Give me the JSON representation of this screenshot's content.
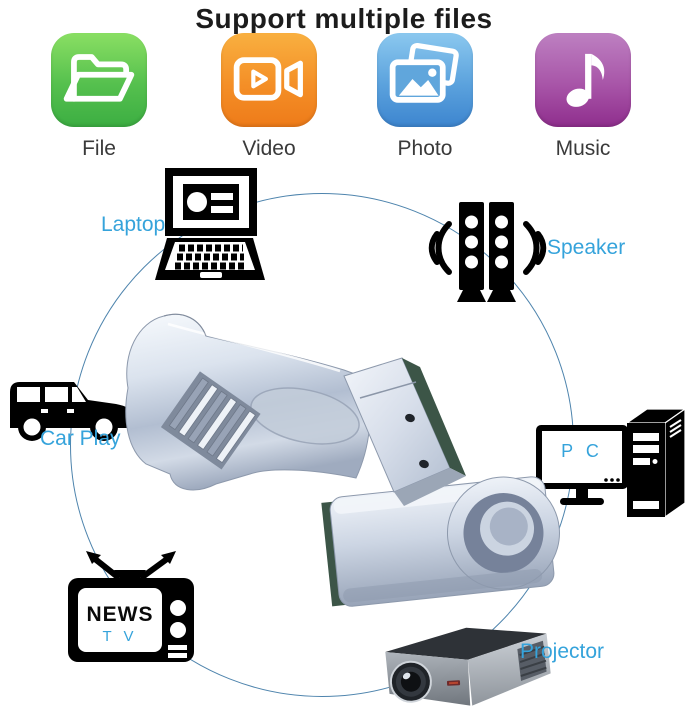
{
  "title": "Support multiple files",
  "colors": {
    "accent_blue": "#35a3db",
    "circle_blue": "#4e84ad",
    "icon_black": "#000000",
    "chrome_silver": "#ccd5e2"
  },
  "file_types": [
    {
      "label": "File",
      "icon": "folder-icon",
      "style": "background:linear-gradient(180deg,#8adf63 0%,#55c04e 55%,#3cae42 100%)"
    },
    {
      "label": "Video",
      "icon": "video-camera-icon",
      "style": "background:linear-gradient(180deg,#f9b040 0%,#f48f27 55%,#ee7b19 100%)"
    },
    {
      "label": "Photo",
      "icon": "photos-icon",
      "style": "background:linear-gradient(180deg,#8bc8ef 0%,#5ba2dd 55%,#3d85cf 100%)"
    },
    {
      "label": "Music",
      "icon": "music-note-icon",
      "style": "background:linear-gradient(180deg,#bd80c1 0%,#a855a8 55%,#8f2e8d 100%)"
    }
  ],
  "devices": {
    "laptop": {
      "label": "Laptop",
      "icon": "laptop-icon"
    },
    "speaker": {
      "label": "Speaker",
      "icon": "speaker-icon"
    },
    "car": {
      "label": "Car Play",
      "icon": "car-icon"
    },
    "pc": {
      "label": "P C",
      "icon": "desktop-pc-icon"
    },
    "tv": {
      "headline": "NEWS",
      "sub": "T V",
      "icon": "tv-icon"
    },
    "projector": {
      "label": "Projector",
      "icon": "projector-icon"
    }
  },
  "product": {
    "description": "wrench-shaped USB flash drive with cap ring"
  }
}
